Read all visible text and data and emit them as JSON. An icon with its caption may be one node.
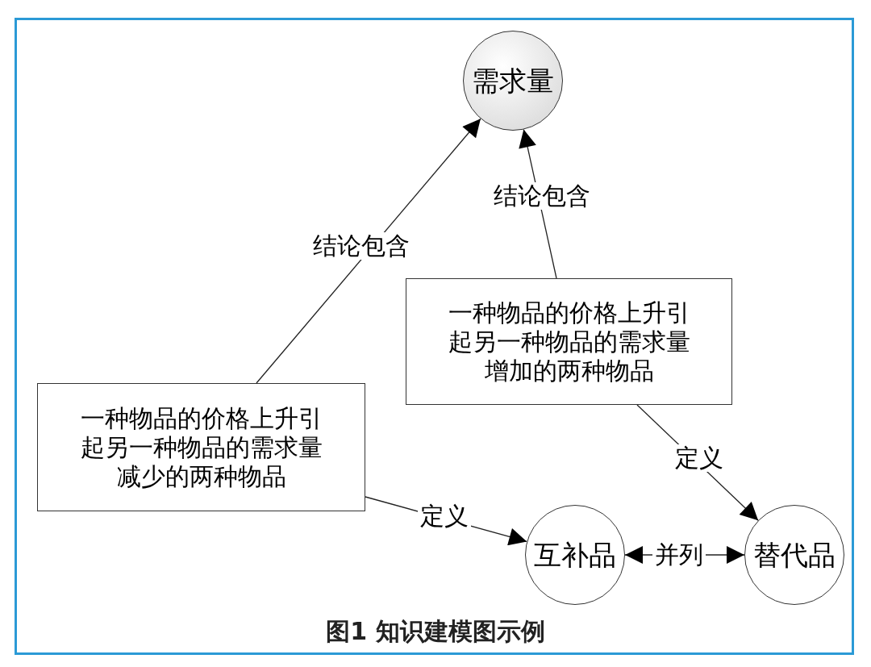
{
  "diagram": {
    "caption": "图1 知识建模图示例",
    "nodes": [
      {
        "text": [
          "需求量"
        ]
      },
      {
        "text": [
          "一种物品的价格上升引起另一种物品的需求量增加的两种物品"
        ]
      },
      {
        "text": [
          "一种物品的价格上升引起另一种物品的需求量减少的两种物品"
        ]
      },
      {
        "text": [
          "互补品"
        ]
      },
      {
        "text": [
          "替代品"
        ]
      }
    ],
    "edges": [
      {
        "from": 2,
        "to": 0,
        "arrow": "to",
        "label": "结论包含"
      },
      {
        "from": 1,
        "to": 0,
        "arrow": "to",
        "label": "结论包含"
      },
      {
        "from": 2,
        "to": 3,
        "arrow": "to",
        "label": "定义"
      },
      {
        "from": 1,
        "to": 4,
        "arrow": "to",
        "label": "定义"
      },
      {
        "from": 3,
        "to": 4,
        "arrow": "both",
        "label": "并列"
      }
    ]
  }
}
